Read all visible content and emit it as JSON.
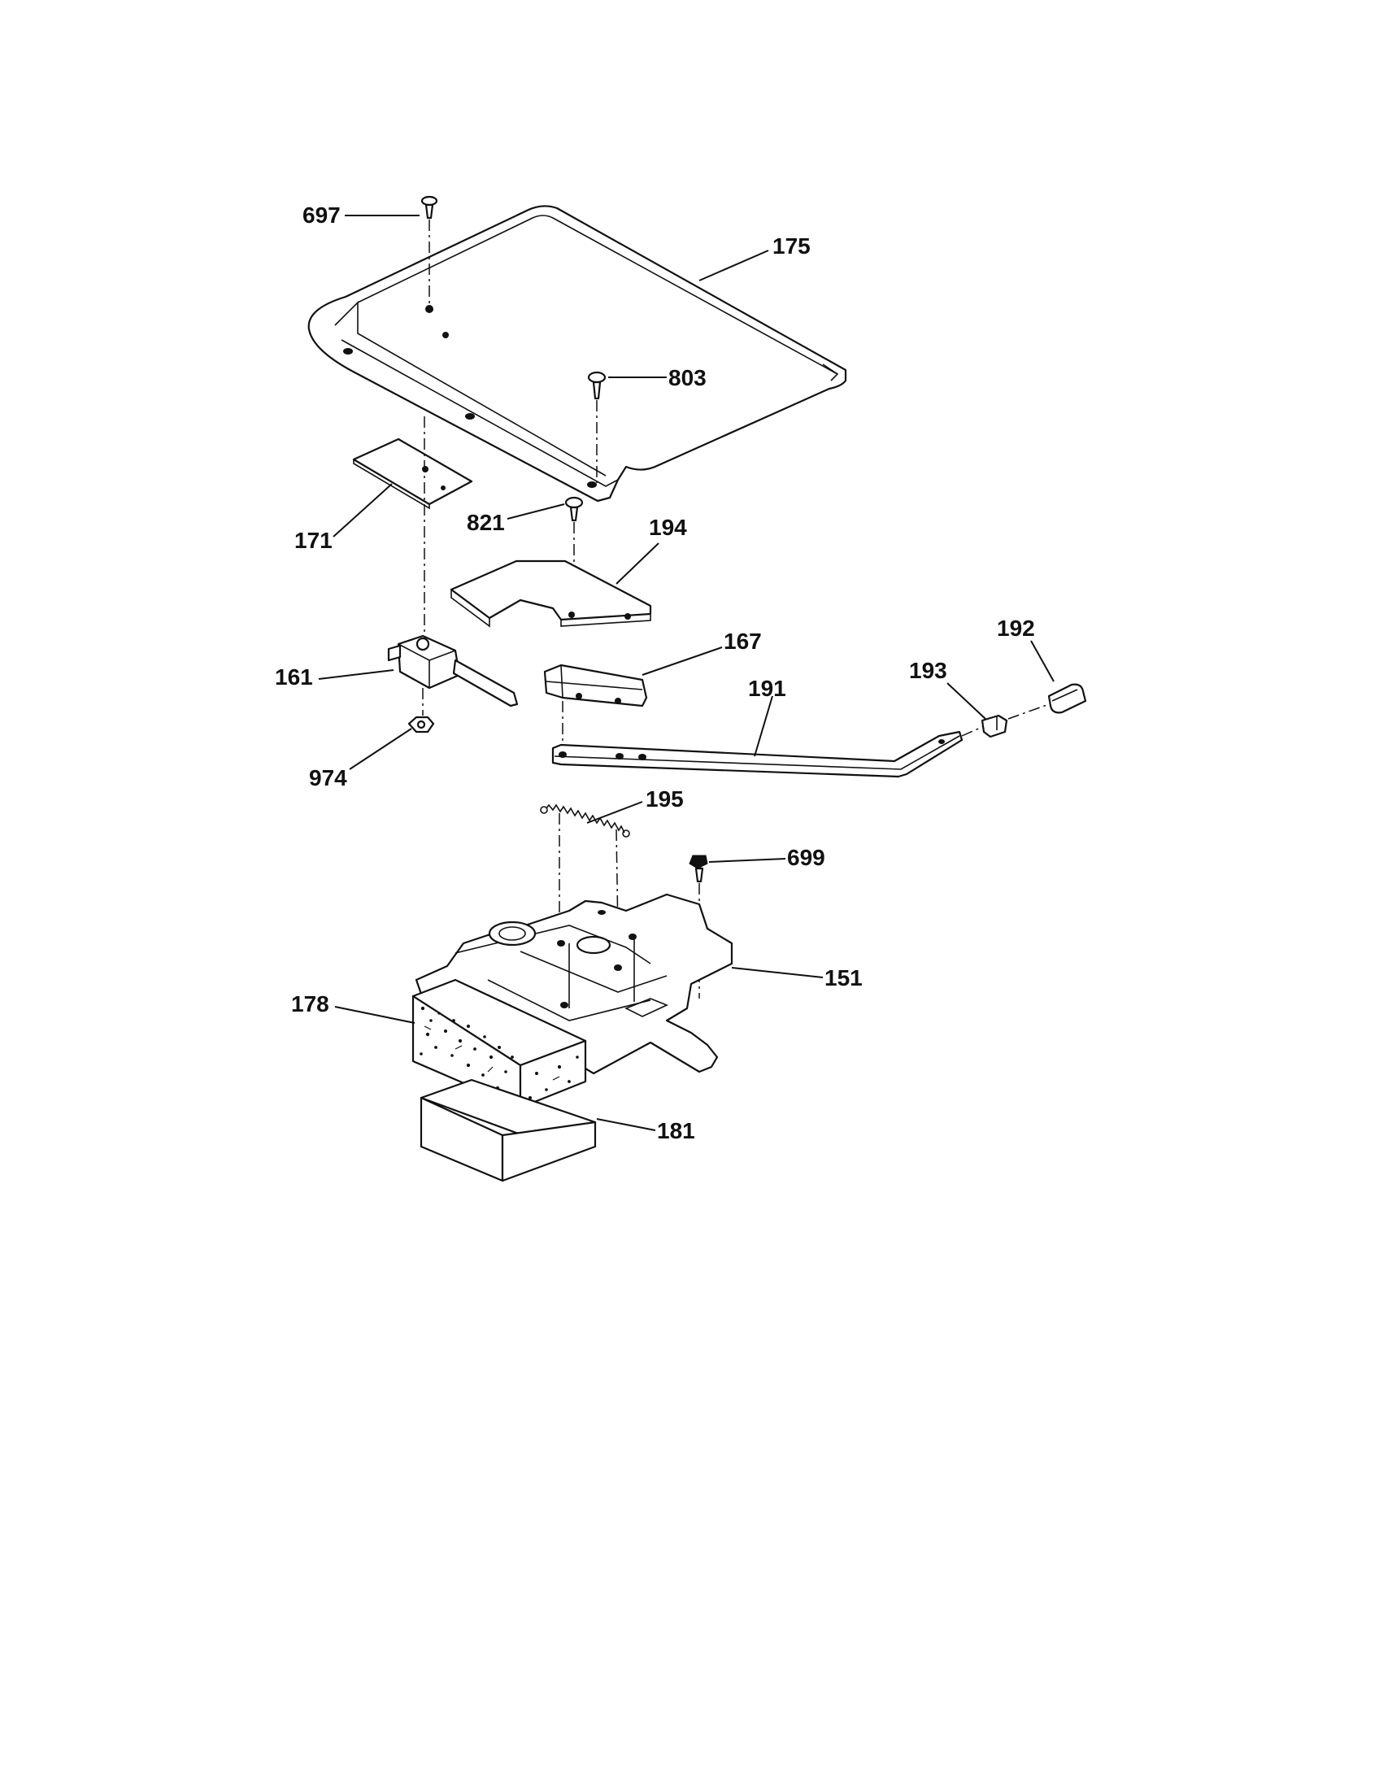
{
  "diagram": {
    "callouts": {
      "p697": "697",
      "p175": "175",
      "p803": "803",
      "p171": "171",
      "p821": "821",
      "p194": "194",
      "p192": "192",
      "p167": "167",
      "p193": "193",
      "p161": "161",
      "p191": "191",
      "p974": "974",
      "p195": "195",
      "p699": "699",
      "p151": "151",
      "p178": "178",
      "p181": "181"
    },
    "colors": {
      "line": "#111111",
      "paper": "#ffffff"
    }
  }
}
